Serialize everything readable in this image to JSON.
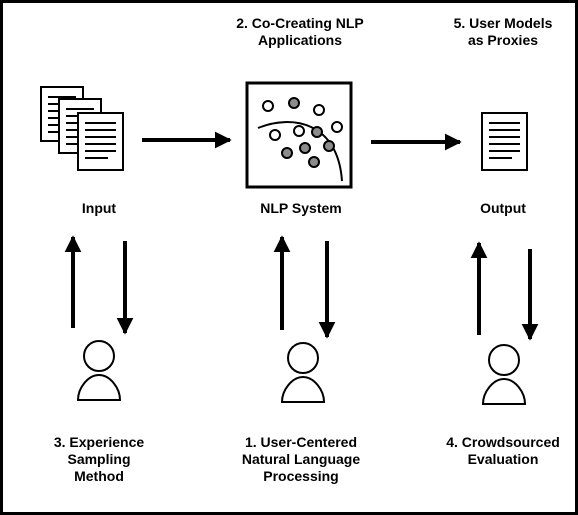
{
  "nodes": {
    "input": {
      "label": "Input"
    },
    "system": {
      "label": "NLP System"
    },
    "output": {
      "label": "Output"
    }
  },
  "stages": {
    "s2": {
      "line1": "2. Co-Creating NLP",
      "line2": "Applications"
    },
    "s5": {
      "line1": "5. User Models",
      "line2": "as Proxies"
    },
    "s3": {
      "line1": "3. Experience",
      "line2": "Sampling",
      "line3": "Method"
    },
    "s1": {
      "line1": "1. User-Centered",
      "line2": "Natural Language",
      "line3": "Processing"
    },
    "s4": {
      "line1": "4. Crowdsourced",
      "line2": "Evaluation"
    }
  },
  "colors": {
    "stroke": "#000000",
    "dot_fill": "#8c8c8c",
    "background": "#ffffff"
  }
}
